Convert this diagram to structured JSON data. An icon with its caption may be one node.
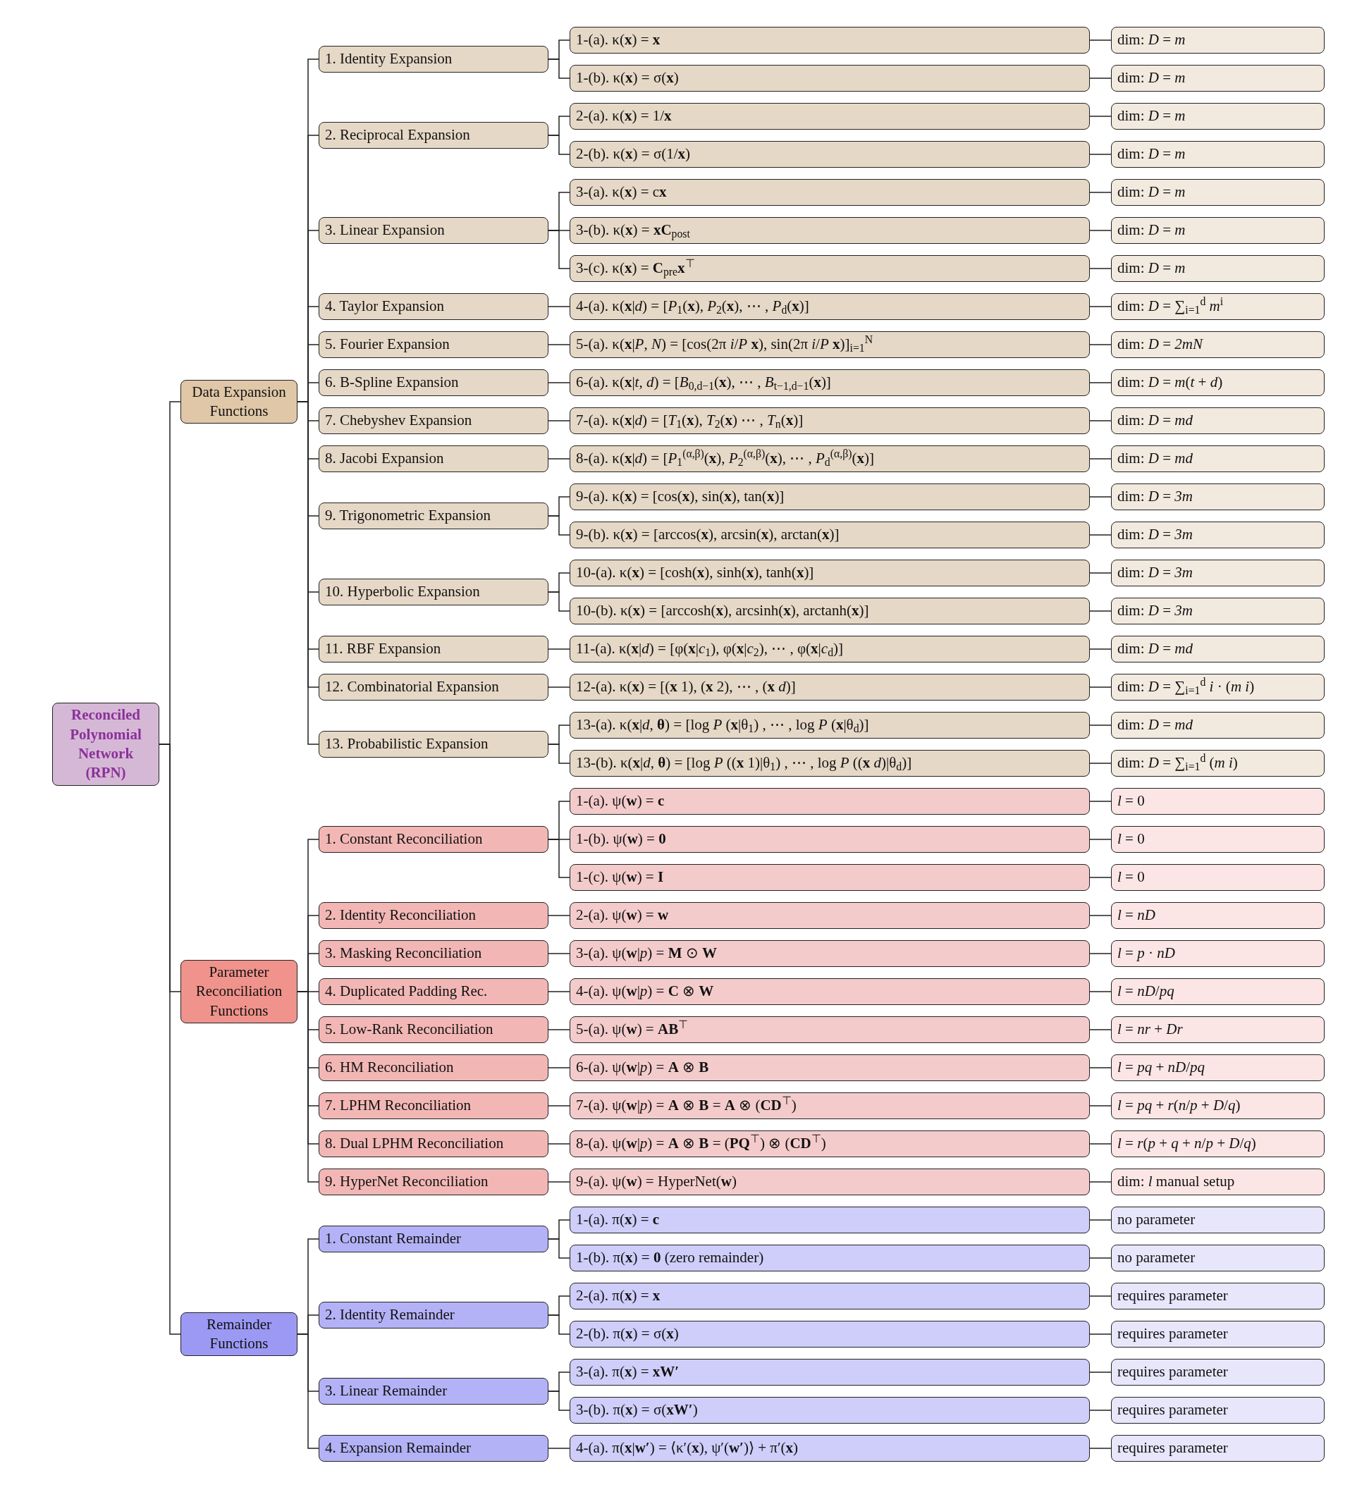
{
  "diagram": {
    "nodes": [
      {
        "text": [
          "Reconciled Polynomial Network (RPN)"
        ]
      },
      {
        "text": [
          "Data Expansion Functions"
        ]
      },
      {
        "text": [
          "1.  Identity Expansion"
        ]
      },
      {
        "text": [
          "1-(a).  κ(**x**) = **x**"
        ]
      },
      {
        "text": [
          "dim:  *D* = *m*"
        ]
      },
      {
        "text": [
          "1-(b).  κ(**x**) = σ(**x**)"
        ]
      },
      {
        "text": [
          "dim:  *D* = *m*"
        ]
      },
      {
        "text": [
          "2.  Reciprocal Expansion"
        ]
      },
      {
        "text": [
          "2-(a).  κ(**x**) = 1/**x**"
        ]
      },
      {
        "text": [
          "dim:  *D* = *m*"
        ]
      },
      {
        "text": [
          "2-(b).  κ(**x**) = σ(1/**x**)"
        ]
      },
      {
        "text": [
          "dim:  *D* = *m*"
        ]
      },
      {
        "text": [
          "3.  Linear Expansion"
        ]
      },
      {
        "text": [
          "3-(a).  κ(**x**) = c**x**"
        ]
      },
      {
        "text": [
          "dim:  *D* = *m*"
        ]
      },
      {
        "text": [
          "3-(b).  κ(**x**) = **xC**$_{post}$"
        ]
      },
      {
        "text": [
          "dim:  *D* = *m*"
        ]
      },
      {
        "text": [
          "3-(c).  κ(**x**) = **C**$_{pre}$**x**$^{⊤}$"
        ]
      },
      {
        "text": [
          "dim:  *D* = *m*"
        ]
      },
      {
        "text": [
          "4.  Taylor Expansion"
        ]
      },
      {
        "text": [
          "4-(a).  κ(**x**|*d*) = [*P*$_{1}$(**x**), *P*$_{2}$(**x**), ⋯ , *P*$_{d}$(**x**)]"
        ]
      },
      {
        "text": [
          "dim:  *D* = ∑$_{i=1}$$^{d}$ *m*$^{i}$"
        ]
      },
      {
        "text": [
          "5.  Fourier Expansion"
        ]
      },
      {
        "text": [
          "5-(a).  κ(**x**|*P*, *N*) = [cos(2π *i*/*P* **x**), sin(2π *i*/*P* **x**)]$_{i=1}$$^{N}$"
        ]
      },
      {
        "text": [
          "dim:  *D* = *2mN*"
        ]
      },
      {
        "text": [
          "6.  B-Spline Expansion"
        ]
      },
      {
        "text": [
          "6-(a).  κ(**x**|*t*, *d*) = [*B*$_{0,d−1}$(**x**), ⋯ , *B*$_{t−1,d−1}$(**x**)]"
        ]
      },
      {
        "text": [
          "dim:  *D* = *m*(*t* + *d*)"
        ]
      },
      {
        "text": [
          "7.  Chebyshev Expansion"
        ]
      },
      {
        "text": [
          "7-(a).  κ(**x**|*d*) = [*T*$_{1}$(**x**), *T*$_{2}$(**x**) ⋯ , *T*$_{n}$(**x**)]"
        ]
      },
      {
        "text": [
          "dim:  *D* = *md*"
        ]
      },
      {
        "text": [
          "8.  Jacobi Expansion"
        ]
      },
      {
        "text": [
          "8-(a).  κ(**x**|*d*) = [*P*$_{1}$$^{(α,β)}$(**x**), *P*$_{2}$$^{(α,β)}$(**x**), ⋯ , *P*$_{d}$$^{(α,β)}$(**x**)]"
        ]
      },
      {
        "text": [
          "dim:  *D* = *md*"
        ]
      },
      {
        "text": [
          "9.  Trigonometric Expansion"
        ]
      },
      {
        "text": [
          "9-(a).  κ(**x**) = [cos(**x**), sin(**x**), tan(**x**)]"
        ]
      },
      {
        "text": [
          "dim:  *D* = *3m*"
        ]
      },
      {
        "text": [
          "9-(b).  κ(**x**) = [arccos(**x**), arcsin(**x**), arctan(**x**)]"
        ]
      },
      {
        "text": [
          "dim:  *D* = *3m*"
        ]
      },
      {
        "text": [
          "10.  Hyperbolic Expansion"
        ]
      },
      {
        "text": [
          "10-(a).  κ(**x**) = [cosh(**x**), sinh(**x**), tanh(**x**)]"
        ]
      },
      {
        "text": [
          "dim:  *D* = *3m*"
        ]
      },
      {
        "text": [
          "10-(b).  κ(**x**) = [arccosh(**x**), arcsinh(**x**), arctanh(**x**)]"
        ]
      },
      {
        "text": [
          "dim:  *D* = *3m*"
        ]
      },
      {
        "text": [
          "11.  RBF Expansion"
        ]
      },
      {
        "text": [
          "11-(a).  κ(**x**|*d*) = [φ(**x**|*c*$_{1}$), φ(**x**|*c*$_{2}$), ⋯ , φ(**x**|*c*$_{d}$)]"
        ]
      },
      {
        "text": [
          "dim:  *D* = *md*"
        ]
      },
      {
        "text": [
          "12.  Combinatorial Expansion"
        ]
      },
      {
        "text": [
          "12-(a).  κ(**x**) = [(**x** 1), (**x** 2), ⋯ , (**x** *d*)]"
        ]
      },
      {
        "text": [
          "dim:  *D* = ∑$_{i=1}$$^{d}$ *i* · (*m* *i*)"
        ]
      },
      {
        "text": [
          "13.  Probabilistic Expansion"
        ]
      },
      {
        "text": [
          "13-(a).  κ(**x**|*d*, **θ**) = [log *P* (**x**|θ$_{1}$) , ⋯ , log *P* (**x**|θ$_{d}$)]"
        ]
      },
      {
        "text": [
          "dim:  *D* = *md*"
        ]
      },
      {
        "text": [
          "13-(b).  κ(**x**|*d*, **θ**) = [log *P* ((**x** 1)|θ$_{1}$) , ⋯ , log *P* ((**x** *d*)|θ$_{d}$)]"
        ]
      },
      {
        "text": [
          "dim:  *D* = ∑$_{i=1}$$^{d}$ (*m* *i*)"
        ]
      },
      {
        "text": [
          "Parameter Reconciliation Functions"
        ]
      },
      {
        "text": [
          "1.  Constant Reconciliation"
        ]
      },
      {
        "text": [
          "1-(a).  ψ(**w**) = **c**"
        ]
      },
      {
        "text": [
          "*l* = 0"
        ]
      },
      {
        "text": [
          "1-(b).  ψ(**w**) = **0**"
        ]
      },
      {
        "text": [
          "*l* = 0"
        ]
      },
      {
        "text": [
          "1-(c).  ψ(**w**) = **I**"
        ]
      },
      {
        "text": [
          "*l* = 0"
        ]
      },
      {
        "text": [
          "2.  Identity Reconciliation"
        ]
      },
      {
        "text": [
          "2-(a).  ψ(**w**) = **w**"
        ]
      },
      {
        "text": [
          "*l* = *nD*"
        ]
      },
      {
        "text": [
          "3.  Masking Reconciliation"
        ]
      },
      {
        "text": [
          "3-(a).  ψ(**w**|*p*) = **M** ⊙ **W**"
        ]
      },
      {
        "text": [
          "*l* = *p* · *nD*"
        ]
      },
      {
        "text": [
          "4.  Duplicated Padding Rec."
        ]
      },
      {
        "text": [
          "4-(a).  ψ(**w**|*p*) = **C** ⊗ **W**"
        ]
      },
      {
        "text": [
          "*l* = *nD*/*pq*"
        ]
      },
      {
        "text": [
          "5.  Low-Rank Reconciliation"
        ]
      },
      {
        "text": [
          "5-(a).  ψ(**w**) = **AB**$^{⊤}$"
        ]
      },
      {
        "text": [
          "*l* = *nr* + *Dr*"
        ]
      },
      {
        "text": [
          "6.  HM Reconciliation"
        ]
      },
      {
        "text": [
          "6-(a).  ψ(**w**|*p*) = **A** ⊗ **B**"
        ]
      },
      {
        "text": [
          "*l* = *pq* + *nD*/*pq*"
        ]
      },
      {
        "text": [
          "7.  LPHM Reconciliation"
        ]
      },
      {
        "text": [
          "7-(a).  ψ(**w**|*p*) = **A** ⊗ **B** = **A** ⊗ (**CD**$^{⊤}$)"
        ]
      },
      {
        "text": [
          "*l* = *pq* + *r*(*n*/*p* + *D*/*q*)"
        ]
      },
      {
        "text": [
          "8.  Dual LPHM Reconciliation"
        ]
      },
      {
        "text": [
          "8-(a).  ψ(**w**|*p*) = **A** ⊗ **B** = (**PQ**$^{⊤}$) ⊗ (**CD**$^{⊤}$)"
        ]
      },
      {
        "text": [
          "*l* = *r*(*p* + *q* + *n*/*p* + *D*/*q*)"
        ]
      },
      {
        "text": [
          "9.  HyperNet Reconciliation"
        ]
      },
      {
        "text": [
          "9-(a).  ψ(**w**) = HyperNet(**w**)"
        ]
      },
      {
        "text": [
          "dim:  *l* manual setup"
        ]
      },
      {
        "text": [
          "Remainder Functions"
        ]
      },
      {
        "text": [
          "1.  Constant Remainder"
        ]
      },
      {
        "text": [
          "1-(a).  π(**x**) = **c**"
        ]
      },
      {
        "text": [
          "no parameter"
        ]
      },
      {
        "text": [
          "1-(b).  π(**x**) = **0** (zero remainder)"
        ]
      },
      {
        "text": [
          "no parameter"
        ]
      },
      {
        "text": [
          "2.  Identity Remainder"
        ]
      },
      {
        "text": [
          "2-(a).  π(**x**) = **x**"
        ]
      },
      {
        "text": [
          "requires parameter"
        ]
      },
      {
        "text": [
          "2-(b).  π(**x**) = σ(**x**)"
        ]
      },
      {
        "text": [
          "requires parameter"
        ]
      },
      {
        "text": [
          "3.  Linear Remainder"
        ]
      },
      {
        "text": [
          "3-(a).  π(**x**) = **xW′**"
        ]
      },
      {
        "text": [
          "requires parameter"
        ]
      },
      {
        "text": [
          "3-(b).  π(**x**) = σ(**xW′**)"
        ]
      },
      {
        "text": [
          "requires parameter"
        ]
      },
      {
        "text": [
          "4.  Expansion Remainder"
        ]
      },
      {
        "text": [
          "4-(a).  π(**x**|**w′**) = ⟨κ′(**x**), ψ′(**w′**)⟩ + π′(**x**)"
        ]
      },
      {
        "text": [
          "requires parameter"
        ]
      }
    ],
    "edges": [
      {
        "from": 0,
        "to": 1,
        "arrow": "none"
      },
      {
        "from": 1,
        "to": 2,
        "arrow": "none"
      },
      {
        "from": 2,
        "to": 3,
        "arrow": "none"
      },
      {
        "from": 3,
        "to": 4,
        "arrow": "none"
      },
      {
        "from": 2,
        "to": 5,
        "arrow": "none"
      },
      {
        "from": 5,
        "to": 6,
        "arrow": "none"
      },
      {
        "from": 1,
        "to": 7,
        "arrow": "none"
      },
      {
        "from": 7,
        "to": 8,
        "arrow": "none"
      },
      {
        "from": 8,
        "to": 9,
        "arrow": "none"
      },
      {
        "from": 7,
        "to": 10,
        "arrow": "none"
      },
      {
        "from": 10,
        "to": 11,
        "arrow": "none"
      },
      {
        "from": 1,
        "to": 12,
        "arrow": "none"
      },
      {
        "from": 12,
        "to": 13,
        "arrow": "none"
      },
      {
        "from": 13,
        "to": 14,
        "arrow": "none"
      },
      {
        "from": 12,
        "to": 15,
        "arrow": "none"
      },
      {
        "from": 15,
        "to": 16,
        "arrow": "none"
      },
      {
        "from": 12,
        "to": 17,
        "arrow": "none"
      },
      {
        "from": 17,
        "to": 18,
        "arrow": "none"
      },
      {
        "from": 1,
        "to": 19,
        "arrow": "none"
      },
      {
        "from": 19,
        "to": 20,
        "arrow": "none"
      },
      {
        "from": 20,
        "to": 21,
        "arrow": "none"
      },
      {
        "from": 1,
        "to": 22,
        "arrow": "none"
      },
      {
        "from": 22,
        "to": 23,
        "arrow": "none"
      },
      {
        "from": 23,
        "to": 24,
        "arrow": "none"
      },
      {
        "from": 1,
        "to": 25,
        "arrow": "none"
      },
      {
        "from": 25,
        "to": 26,
        "arrow": "none"
      },
      {
        "from": 26,
        "to": 27,
        "arrow": "none"
      },
      {
        "from": 1,
        "to": 28,
        "arrow": "none"
      },
      {
        "from": 28,
        "to": 29,
        "arrow": "none"
      },
      {
        "from": 29,
        "to": 30,
        "arrow": "none"
      },
      {
        "from": 1,
        "to": 31,
        "arrow": "none"
      },
      {
        "from": 31,
        "to": 32,
        "arrow": "none"
      },
      {
        "from": 32,
        "to": 33,
        "arrow": "none"
      },
      {
        "from": 1,
        "to": 34,
        "arrow": "none"
      },
      {
        "from": 34,
        "to": 35,
        "arrow": "none"
      },
      {
        "from": 35,
        "to": 36,
        "arrow": "none"
      },
      {
        "from": 34,
        "to": 37,
        "arrow": "none"
      },
      {
        "from": 37,
        "to": 38,
        "arrow": "none"
      },
      {
        "from": 1,
        "to": 39,
        "arrow": "none"
      },
      {
        "from": 39,
        "to": 40,
        "arrow": "none"
      },
      {
        "from": 40,
        "to": 41,
        "arrow": "none"
      },
      {
        "from": 39,
        "to": 42,
        "arrow": "none"
      },
      {
        "from": 42,
        "to": 43,
        "arrow": "none"
      },
      {
        "from": 1,
        "to": 44,
        "arrow": "none"
      },
      {
        "from": 44,
        "to": 45,
        "arrow": "none"
      },
      {
        "from": 45,
        "to": 46,
        "arrow": "none"
      },
      {
        "from": 1,
        "to": 47,
        "arrow": "none"
      },
      {
        "from": 47,
        "to": 48,
        "arrow": "none"
      },
      {
        "from": 48,
        "to": 49,
        "arrow": "none"
      },
      {
        "from": 1,
        "to": 50,
        "arrow": "none"
      },
      {
        "from": 50,
        "to": 51,
        "arrow": "none"
      },
      {
        "from": 51,
        "to": 52,
        "arrow": "none"
      },
      {
        "from": 50,
        "to": 53,
        "arrow": "none"
      },
      {
        "from": 53,
        "to": 54,
        "arrow": "none"
      },
      {
        "from": 0,
        "to": 55,
        "arrow": "none"
      },
      {
        "from": 55,
        "to": 56,
        "arrow": "none"
      },
      {
        "from": 56,
        "to": 57,
        "arrow": "none"
      },
      {
        "from": 57,
        "to": 58,
        "arrow": "none"
      },
      {
        "from": 56,
        "to": 59,
        "arrow": "none"
      },
      {
        "from": 59,
        "to": 60,
        "arrow": "none"
      },
      {
        "from": 56,
        "to": 61,
        "arrow": "none"
      },
      {
        "from": 61,
        "to": 62,
        "arrow": "none"
      },
      {
        "from": 55,
        "to": 63,
        "arrow": "none"
      },
      {
        "from": 63,
        "to": 64,
        "arrow": "none"
      },
      {
        "from": 64,
        "to": 65,
        "arrow": "none"
      },
      {
        "from": 55,
        "to": 66,
        "arrow": "none"
      },
      {
        "from": 66,
        "to": 67,
        "arrow": "none"
      },
      {
        "from": 67,
        "to": 68,
        "arrow": "none"
      },
      {
        "from": 55,
        "to": 69,
        "arrow": "none"
      },
      {
        "from": 69,
        "to": 70,
        "arrow": "none"
      },
      {
        "from": 70,
        "to": 71,
        "arrow": "none"
      },
      {
        "from": 55,
        "to": 72,
        "arrow": "none"
      },
      {
        "from": 72,
        "to": 73,
        "arrow": "none"
      },
      {
        "from": 73,
        "to": 74,
        "arrow": "none"
      },
      {
        "from": 55,
        "to": 75,
        "arrow": "none"
      },
      {
        "from": 75,
        "to": 76,
        "arrow": "none"
      },
      {
        "from": 76,
        "to": 77,
        "arrow": "none"
      },
      {
        "from": 55,
        "to": 78,
        "arrow": "none"
      },
      {
        "from": 78,
        "to": 79,
        "arrow": "none"
      },
      {
        "from": 79,
        "to": 80,
        "arrow": "none"
      },
      {
        "from": 55,
        "to": 81,
        "arrow": "none"
      },
      {
        "from": 81,
        "to": 82,
        "arrow": "none"
      },
      {
        "from": 82,
        "to": 83,
        "arrow": "none"
      },
      {
        "from": 55,
        "to": 84,
        "arrow": "none"
      },
      {
        "from": 84,
        "to": 85,
        "arrow": "none"
      },
      {
        "from": 85,
        "to": 86,
        "arrow": "none"
      },
      {
        "from": 0,
        "to": 87,
        "arrow": "none"
      },
      {
        "from": 87,
        "to": 88,
        "arrow": "none"
      },
      {
        "from": 88,
        "to": 89,
        "arrow": "none"
      },
      {
        "from": 89,
        "to": 90,
        "arrow": "none"
      },
      {
        "from": 88,
        "to": 91,
        "arrow": "none"
      },
      {
        "from": 91,
        "to": 92,
        "arrow": "none"
      },
      {
        "from": 87,
        "to": 93,
        "arrow": "none"
      },
      {
        "from": 93,
        "to": 94,
        "arrow": "none"
      },
      {
        "from": 94,
        "to": 95,
        "arrow": "none"
      },
      {
        "from": 93,
        "to": 96,
        "arrow": "none"
      },
      {
        "from": 96,
        "to": 97,
        "arrow": "none"
      },
      {
        "from": 87,
        "to": 98,
        "arrow": "none"
      },
      {
        "from": 98,
        "to": 99,
        "arrow": "none"
      },
      {
        "from": 99,
        "to": 100,
        "arrow": "none"
      },
      {
        "from": 98,
        "to": 101,
        "arrow": "none"
      },
      {
        "from": 101,
        "to": 102,
        "arrow": "none"
      },
      {
        "from": 87,
        "to": 103,
        "arrow": "none"
      },
      {
        "from": 103,
        "to": 104,
        "arrow": "none"
      },
      {
        "from": 104,
        "to": 105,
        "arrow": "none"
      }
    ]
  }
}
